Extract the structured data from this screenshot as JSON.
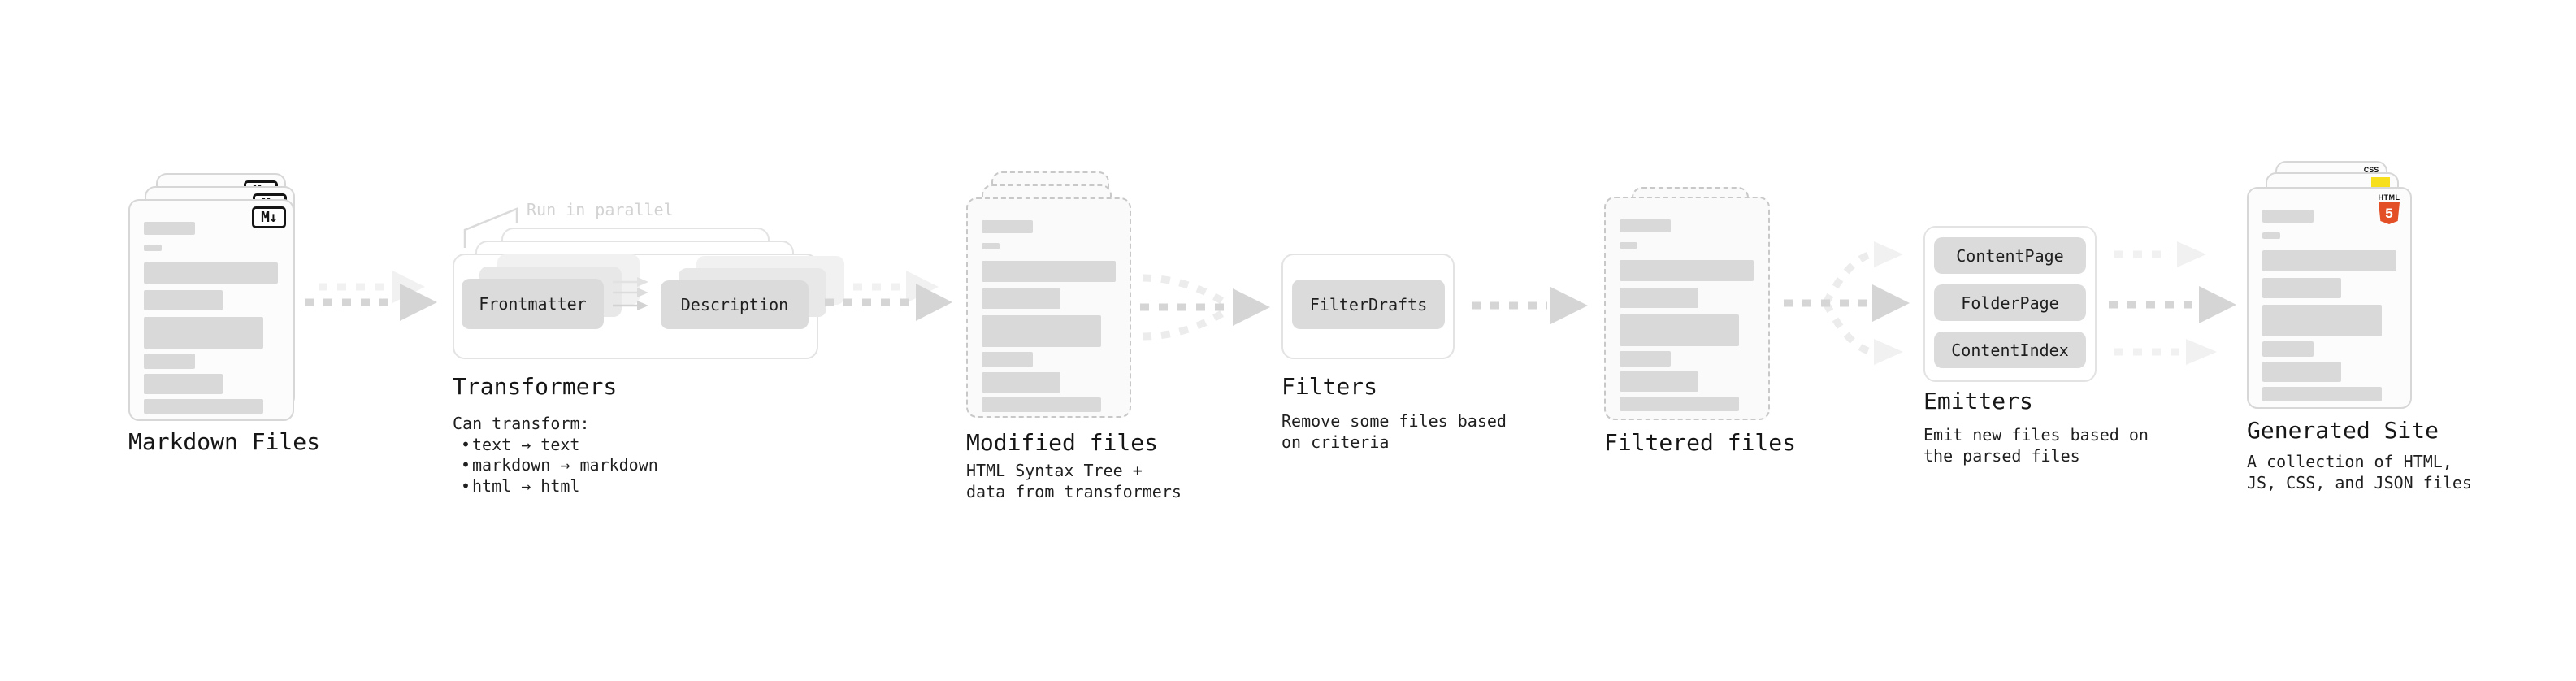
{
  "sections": {
    "markdown_files": {
      "title": "Markdown Files",
      "badge": "M↓"
    },
    "transformers": {
      "title": "Transformers",
      "annotation": "Run in parallel",
      "chip_left": "Frontmatter",
      "chip_right": "Description",
      "subtitle": "Can transform:",
      "bullet_char": "•",
      "bullets": [
        "text → text",
        "markdown → markdown",
        "html → html"
      ]
    },
    "modified_files": {
      "title": "Modified files",
      "description": "HTML Syntax Tree +\ndata from transformers"
    },
    "filters": {
      "title": "Filters",
      "chip": "FilterDrafts",
      "description": "Remove some files based\non criteria"
    },
    "filtered_files": {
      "title": "Filtered files"
    },
    "emitters": {
      "title": "Emitters",
      "chips": [
        "ContentPage",
        "FolderPage",
        "ContentIndex"
      ],
      "description": "Emit new files based on\nthe parsed files"
    },
    "generated_site": {
      "title": "Generated Site",
      "description": "A collection of HTML,\nJS, CSS, and JSON files",
      "html5_label": "HTML",
      "html5_number": "5",
      "css_label": "CSS"
    }
  },
  "colors": {
    "html5_orange": "#e34f26",
    "js_yellow": "#f7df1e",
    "css_blue": "#2965f1",
    "arrow_dark": "#d5d5d5",
    "arrow_light": "#f1f1f1"
  }
}
